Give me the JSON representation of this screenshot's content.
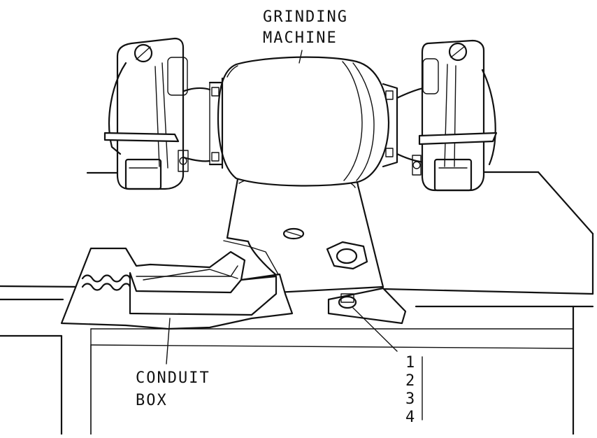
{
  "labels": {
    "machine_line1": "GRINDING",
    "machine_line2": "MACHINE",
    "conduit_line1": "CONDUIT",
    "conduit_line2": "BOX"
  },
  "part_numbers": [
    "1",
    "2",
    "3",
    "4"
  ]
}
